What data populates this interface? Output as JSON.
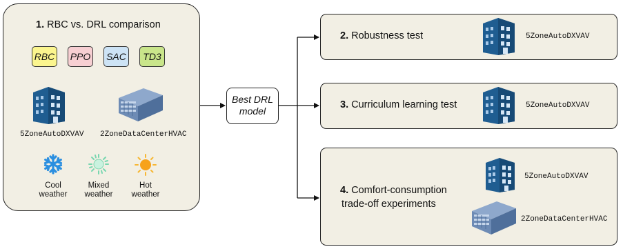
{
  "left_panel": {
    "title_num": "1.",
    "title_text": " RBC vs. DRL comparison",
    "algorithms": [
      {
        "label": "RBC",
        "color": "#fbf58e"
      },
      {
        "label": "PPO",
        "color": "#f7cfd2"
      },
      {
        "label": "SAC",
        "color": "#cde3f5"
      },
      {
        "label": "TD3",
        "color": "#c9e58a"
      }
    ],
    "buildings": [
      "5ZoneAutoDXVAV",
      "2ZoneDataCenterHVAC"
    ],
    "weather": [
      {
        "icon": "snowflake-icon",
        "line1": "Cool",
        "line2": "weather"
      },
      {
        "icon": "mixed-weather-icon",
        "line1": "Mixed",
        "line2": "weather"
      },
      {
        "icon": "sun-icon",
        "line1": "Hot",
        "line2": "weather"
      }
    ]
  },
  "model_box": {
    "line1": "Best DRL",
    "line2": "model"
  },
  "right_panels": [
    {
      "num": "2.",
      "text": " Robustness test",
      "buildings": [
        "5ZoneAutoDXVAV"
      ]
    },
    {
      "num": "3.",
      "text": " Curriculum learning test",
      "buildings": [
        "5ZoneAutoDXVAV"
      ]
    },
    {
      "num": "4.",
      "text_line1": " Comfort-consumption",
      "text_line2": "trade-off experiments",
      "buildings": [
        "5ZoneAutoDXVAV",
        "2ZoneDataCenterHVAC"
      ]
    }
  ],
  "colors": {
    "panel_bg": "#f2efe4",
    "building_blue": "#1f5d91",
    "datacenter_blue": "#6d8bb5"
  }
}
